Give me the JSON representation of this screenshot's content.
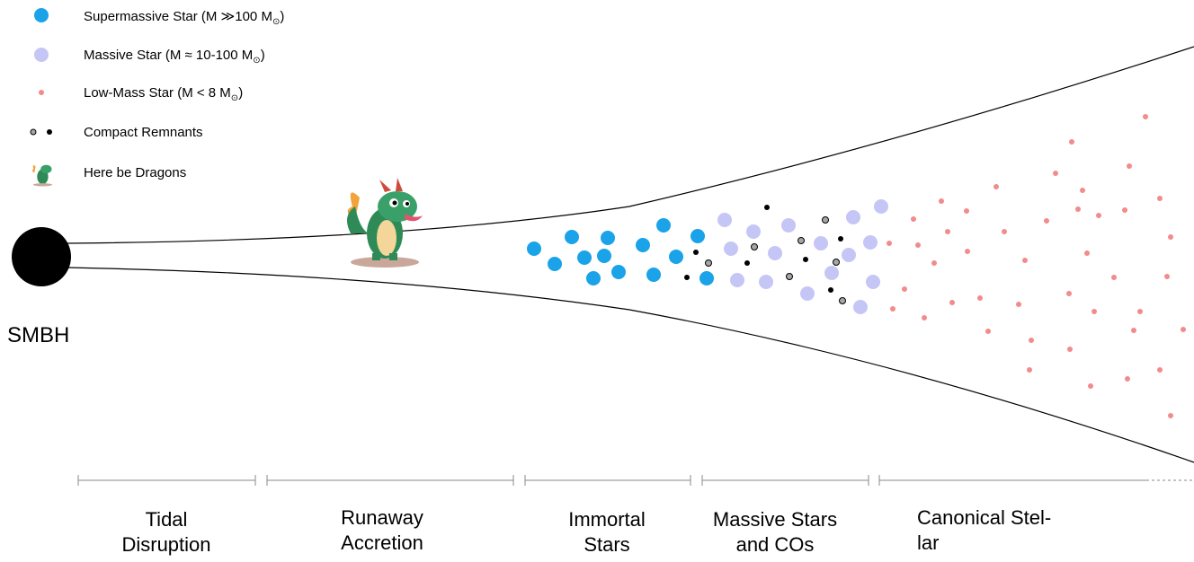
{
  "legend": {
    "items": [
      {
        "label": "Supermassive Star (M ≫100 M",
        "sub": "⊙",
        "tail": ")",
        "color": "#1aa3e8"
      },
      {
        "label": "Massive Star (M ≈ 10-100 M",
        "sub": "⊙",
        "tail": ")",
        "color": "#c5c6f5"
      },
      {
        "label": "Low-Mass Star (M < 8 M",
        "sub": "⊙",
        "tail": ")",
        "color": "#f28b8b"
      },
      {
        "label": "Compact Remnants",
        "sub": "",
        "tail": "",
        "color": "#000000"
      },
      {
        "label": "Here be Dragons",
        "sub": "",
        "tail": "",
        "color": "#2e8b57"
      }
    ]
  },
  "smbh": {
    "label": "SMBH"
  },
  "regions": [
    {
      "line1": "Tidal",
      "line2": "Disruption"
    },
    {
      "line1": "Runaway",
      "line2": "Accretion"
    },
    {
      "line1": "Immortal",
      "line2": "Stars"
    },
    {
      "line1": "Massive Stars",
      "line2": "and COs"
    },
    {
      "line1": "Canonical Stel-",
      "line2": "lar"
    }
  ],
  "colors": {
    "supermassive": "#1aa3e8",
    "massive": "#c5c6f5",
    "lowmass": "#f28b8b",
    "remnant_dark": "#000000",
    "remnant_grey": "#a6a6a6",
    "axis": "#888888"
  },
  "icons": {
    "dragon": "dragon-icon",
    "black_hole": "black-hole-icon"
  }
}
